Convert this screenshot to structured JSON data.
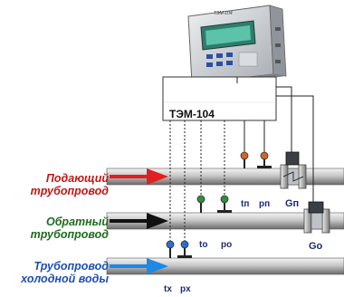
{
  "device": {
    "caption": "ТЭМ-104",
    "logo": "ТЭМ-104"
  },
  "pipes": {
    "supply_label": [
      "Подающий",
      "трубопровод"
    ],
    "return_label": [
      "Обратный",
      "трубопровод"
    ],
    "cold_label": [
      "Трубопровод",
      "холодной воды"
    ]
  },
  "sensors": {
    "t_supply": "tп",
    "p_supply": "pп",
    "g_supply": "Gп",
    "t_return": "tо",
    "p_return": "pо",
    "g_return": "Gо",
    "t_cold": "tх",
    "p_cold": "pх"
  },
  "colors": {
    "supply_arrow": "#e02020",
    "return_arrow": "#111111",
    "cold_arrow": "#1e88e5",
    "supply_label": "#c01818",
    "return_label": "#1f6b1f",
    "cold_label": "#1f4fb0",
    "sensor_supply": "#d2632a",
    "sensor_return": "#2f8f3a",
    "sensor_cold": "#2a6fd0"
  }
}
